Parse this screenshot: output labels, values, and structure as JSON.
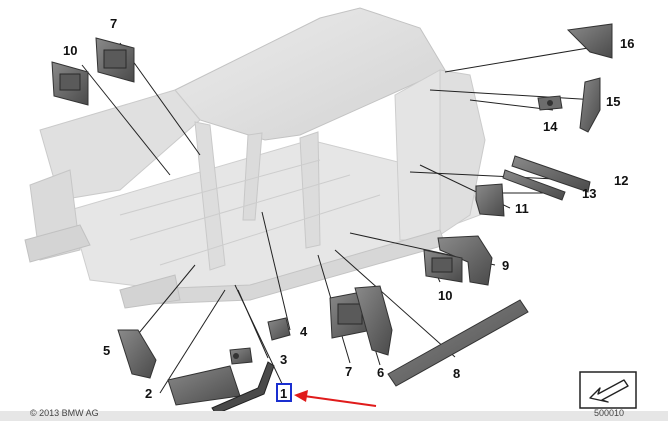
{
  "diagram": {
    "callouts": [
      {
        "id": "1",
        "label": "1",
        "highlighted": true
      },
      {
        "id": "2",
        "label": "2"
      },
      {
        "id": "3",
        "label": "3"
      },
      {
        "id": "4",
        "label": "4"
      },
      {
        "id": "5",
        "label": "5"
      },
      {
        "id": "6",
        "label": "6"
      },
      {
        "id": "7a",
        "label": "7"
      },
      {
        "id": "7b",
        "label": "7"
      },
      {
        "id": "8",
        "label": "8"
      },
      {
        "id": "9",
        "label": "9"
      },
      {
        "id": "10a",
        "label": "10"
      },
      {
        "id": "10b",
        "label": "10"
      },
      {
        "id": "11",
        "label": "11"
      },
      {
        "id": "12",
        "label": "12"
      },
      {
        "id": "13",
        "label": "13"
      },
      {
        "id": "14",
        "label": "14"
      },
      {
        "id": "15",
        "label": "15"
      },
      {
        "id": "16",
        "label": "16"
      }
    ],
    "highlight_color": "#1a2fd0",
    "arrow_color": "#e01b1b",
    "footer": {
      "copyright": "© 2013 BMW AG",
      "image_number": "500010"
    }
  },
  "icons": {
    "view_direction": "direction-arrow-icon"
  }
}
